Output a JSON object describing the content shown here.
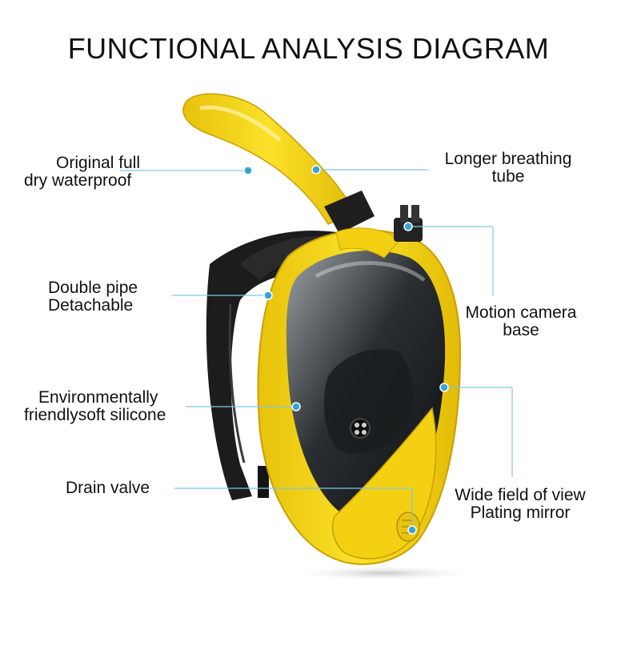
{
  "title": "FUNCTIONAL ANALYSIS DIAGRAM",
  "colors": {
    "mask_yellow": "#F6D410",
    "leader_line": "#7ec6e6",
    "dot": "#3aa3d8",
    "strap": "#1c1c1c"
  },
  "callouts": {
    "waterproof": [
      "Original full",
      "dry waterproof"
    ],
    "tube": [
      "Longer breathing",
      "tube"
    ],
    "pipe": [
      "Double pipe",
      "Detachable"
    ],
    "camera": [
      "Motion camera",
      "base"
    ],
    "silicone": [
      "Environmentally",
      "friendlysoft silicone"
    ],
    "drain": [
      "Drain valve"
    ],
    "view": [
      "Wide field of view",
      "Plating mirror"
    ]
  }
}
